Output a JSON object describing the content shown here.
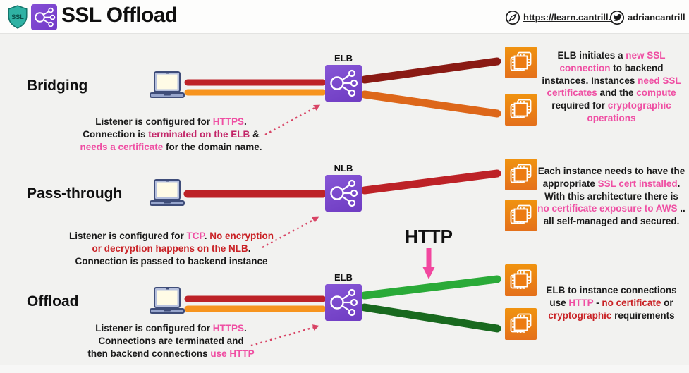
{
  "header": {
    "title": "SSL Offload",
    "shield_text": "SSL",
    "site_link": "https://learn.cantrill.io",
    "twitter_handle": "adriancantrill"
  },
  "http_flow_label": "HTTP",
  "rows": [
    {
      "label": "Bridging",
      "lb_name": "ELB",
      "note": [
        [
          {
            "t": "Listener is configured for ",
            "c": "black"
          },
          {
            "t": "HTTPS",
            "c": "pink"
          },
          {
            "t": ".",
            "c": "black"
          }
        ],
        [
          {
            "t": "Connection is ",
            "c": "black"
          },
          {
            "t": "terminated on the ELB",
            "c": "crimson"
          },
          {
            "t": " &",
            "c": "black"
          }
        ],
        [
          {
            "t": "needs a certificate",
            "c": "pink"
          },
          {
            "t": " for the domain name.",
            "c": "black"
          }
        ]
      ],
      "right_text": [
        [
          {
            "t": "ELB initiates a ",
            "c": "black"
          },
          {
            "t": "new SSL",
            "c": "pink"
          }
        ],
        [
          {
            "t": "connection",
            "c": "pink"
          },
          {
            "t": " to backend",
            "c": "black"
          }
        ],
        [
          {
            "t": "instances. Instances ",
            "c": "black"
          },
          {
            "t": "need SSL",
            "c": "pink"
          }
        ],
        [
          {
            "t": "certificates",
            "c": "pink"
          },
          {
            "t": " and the ",
            "c": "black"
          },
          {
            "t": "compute",
            "c": "pink"
          }
        ],
        [
          {
            "t": "required for ",
            "c": "black"
          },
          {
            "t": "cryptographic",
            "c": "pink"
          }
        ],
        [
          {
            "t": "operations",
            "c": "pink"
          }
        ]
      ]
    },
    {
      "label": "Pass-through",
      "lb_name": "NLB",
      "note": [
        [
          {
            "t": "Listener is configured for ",
            "c": "black"
          },
          {
            "t": "TCP",
            "c": "pink"
          },
          {
            "t": ". ",
            "c": "black"
          },
          {
            "t": "No encryption",
            "c": "red"
          }
        ],
        [
          {
            "t": "or decryption happens on the NLB",
            "c": "red"
          },
          {
            "t": ".",
            "c": "black"
          }
        ],
        [
          {
            "t": "Connection is passed to backend instance",
            "c": "black"
          }
        ]
      ],
      "right_text": [
        [
          {
            "t": "Each instance needs to have the",
            "c": "black"
          }
        ],
        [
          {
            "t": "appropriate ",
            "c": "black"
          },
          {
            "t": "SSL cert installed",
            "c": "pink"
          },
          {
            "t": ".",
            "c": "black"
          }
        ],
        [
          {
            "t": "With this architecture there is",
            "c": "black"
          }
        ],
        [
          {
            "t": "no certificate exposure to AWS",
            "c": "pink"
          },
          {
            "t": " ..",
            "c": "black"
          }
        ],
        [
          {
            "t": "all self-managed and secured.",
            "c": "black"
          }
        ]
      ]
    },
    {
      "label": "Offload",
      "lb_name": "ELB",
      "note": [
        [
          {
            "t": "Listener is configured for ",
            "c": "black"
          },
          {
            "t": "HTTPS",
            "c": "pink"
          },
          {
            "t": ".",
            "c": "black"
          }
        ],
        [
          {
            "t": "Connections are terminated and",
            "c": "black"
          }
        ],
        [
          {
            "t": "then backend connections ",
            "c": "black"
          },
          {
            "t": "use HTTP",
            "c": "pink"
          }
        ]
      ],
      "right_text": [
        [
          {
            "t": "ELB to instance connections",
            "c": "black"
          }
        ],
        [
          {
            "t": "use ",
            "c": "black"
          },
          {
            "t": "HTTP",
            "c": "pink"
          },
          {
            "t": " - ",
            "c": "black"
          },
          {
            "t": "no certificate",
            "c": "red"
          },
          {
            "t": " or",
            "c": "black"
          }
        ],
        [
          {
            "t": "cryptographic",
            "c": "red"
          },
          {
            "t": " requirements",
            "c": "black"
          }
        ]
      ]
    }
  ],
  "colors": {
    "client_https_red": "#bd2227",
    "client_http_orange": "#f7941e",
    "backend_ssl_maroon": "#8a1a14",
    "backend_ssl_burnt_orange": "#dd671a",
    "backend_http_green": "#2aaa38",
    "backend_http_dark_green": "#19691f",
    "lb_purple": "#7845cf",
    "instance_orange": "#ec7b12",
    "text_pink": "#ef4fa3",
    "text_crimson": "#c22568",
    "text_red": "#c92125",
    "dotted_arrow_pink": "#d84465",
    "http_arrow_pink": "#f2479f",
    "shield_teal": "#2fb2a4"
  }
}
